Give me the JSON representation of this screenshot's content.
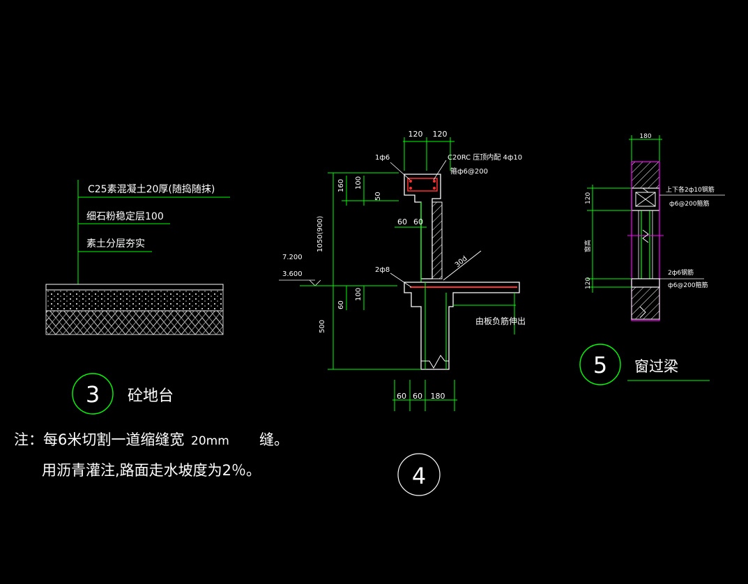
{
  "colors": {
    "background": "#000000",
    "dimension": "#00ff00",
    "outline": "#ffffff",
    "rebar": "#ff3030",
    "window_frame": "#ff00ff",
    "text": "#ffffff",
    "leader": "#ffff00"
  },
  "detail3": {
    "layers": [
      "C25素混凝土20厚(随捣随抹)",
      "细石粉稳定层100",
      "素土分层夯实"
    ],
    "number": "3",
    "title": "砼地台"
  },
  "note": {
    "line1_prefix": "注：每6米切割一道缩缝宽",
    "line1_width": "20mm",
    "line1_suffix": "缝。",
    "line2": "用沥青灌注,路面走水坡度为2％。"
  },
  "detail4": {
    "number": "4",
    "top_dims": [
      "120",
      "120"
    ],
    "bar_label_left": "1ф6",
    "concrete_label": "C20RC 压顶内配 4ф10",
    "stirrup_label": "箍ф6@200",
    "left_dims": {
      "d160": "160",
      "d100_top": "100",
      "d50": "50",
      "d1050": "1050(900)",
      "d100_bot": "100",
      "d60": "60",
      "d500": "500"
    },
    "elevations": [
      "7.200",
      "3.600"
    ],
    "mid_dims": [
      "60",
      "60"
    ],
    "bar_label_2": "2ф8",
    "diagonal_label": "30d",
    "anchor_label": "由板负筋伸出",
    "bottom_dims": [
      "60",
      "60",
      "180"
    ]
  },
  "detail5": {
    "number": "5",
    "title": "窗过梁",
    "top_dim": "180",
    "label_upper_1": "上下各2ф10钢筋",
    "label_upper_2": "ф6@200箍筋",
    "label_lower_1": "2ф6钢筋",
    "label_lower_2": "ф6@200箍筋",
    "side_dims": [
      "120",
      "120"
    ],
    "side_label": "窗高"
  }
}
